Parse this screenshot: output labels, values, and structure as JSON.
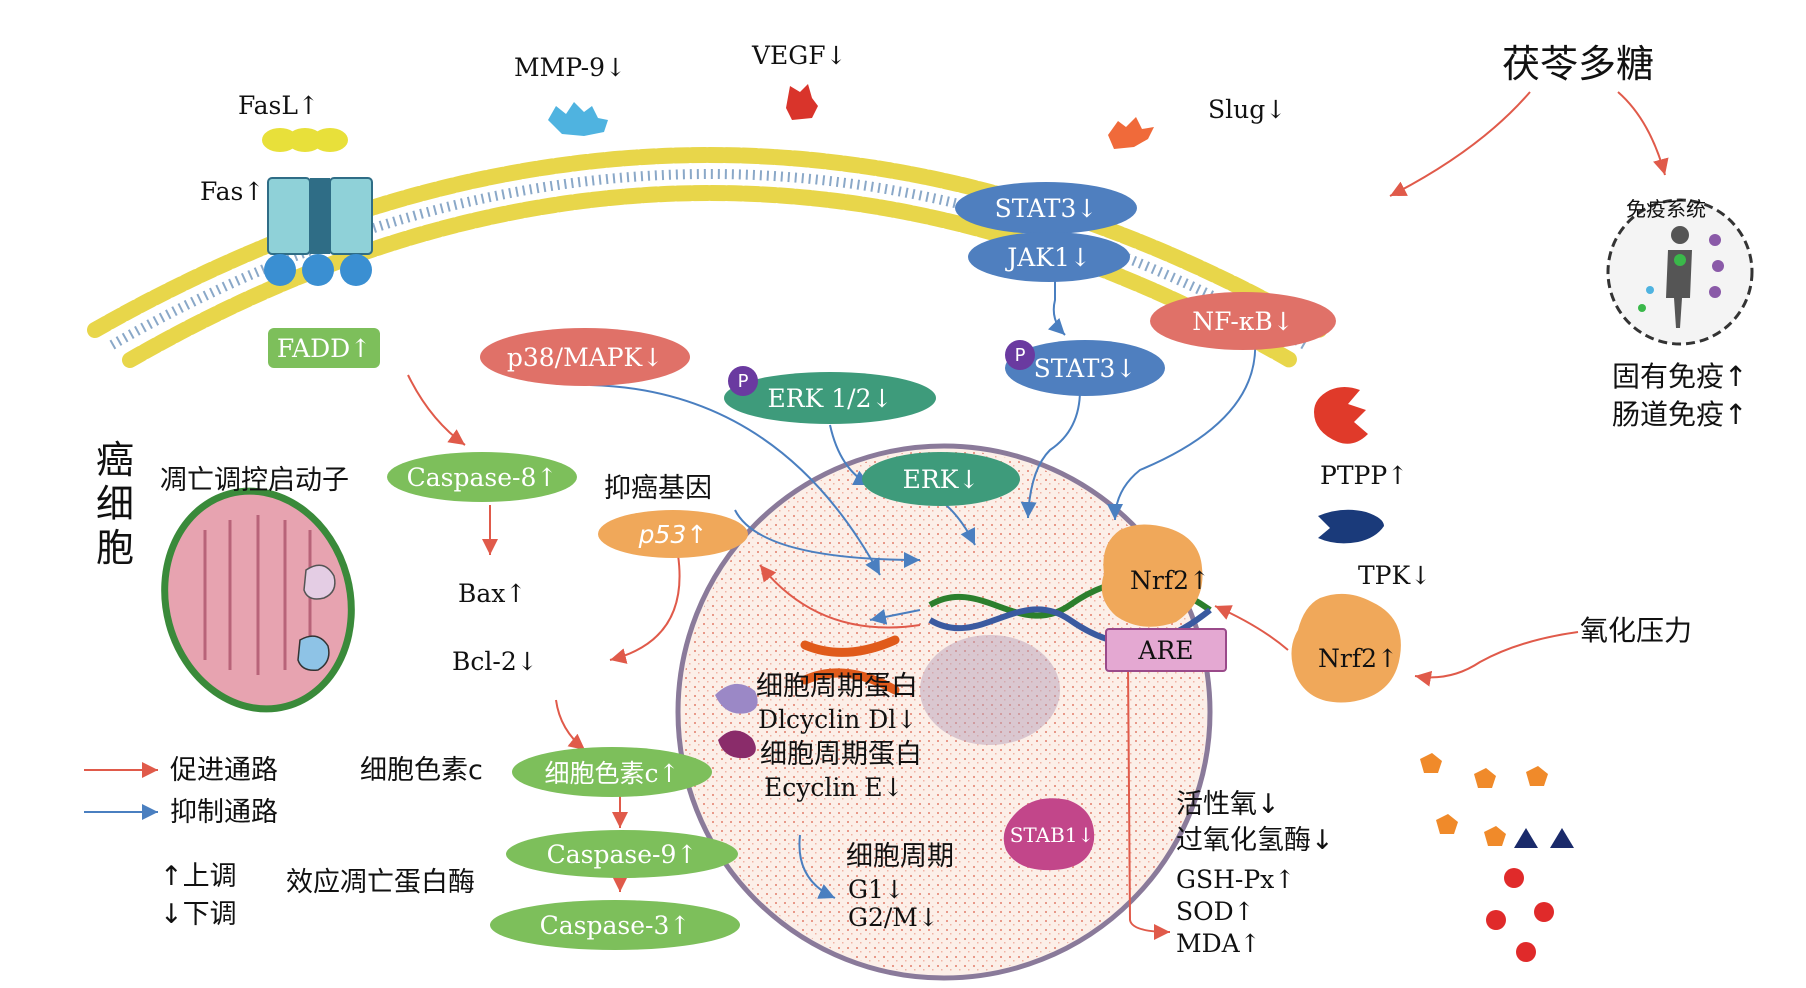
{
  "title": "茯苓多糖",
  "left_vertical_label": [
    "癌",
    "细",
    "胞"
  ],
  "membrane_labels": {
    "fasl": "FasL↑",
    "mmp9": "MMP-9↓",
    "vegf": "VEGF↓",
    "slug": "Slug↓",
    "fas": "Fas↑"
  },
  "nodes": {
    "fadd": "FADD↑",
    "stat3_top": "STAT3↓",
    "jak1": "JAK1↓",
    "stat3_p": "STAT3↓",
    "nfkb": "NF-κB↓",
    "p38": "p38/MAPK↓",
    "erk12": "ERK 1/2↓",
    "erk": "ERK↓",
    "caspase8": "Caspase-8↑",
    "p53": "p53↑",
    "cytc": "细胞色素c↑",
    "caspase9": "Caspase-9↑",
    "caspase3": "Caspase-3↑",
    "nrf2_nucleus": "Nrf2↑",
    "nrf2_outside": "Nrf2↑",
    "are": "ARE",
    "stab1": "STAB1↓",
    "p_marker": "P"
  },
  "text_labels": {
    "apoptosis_promoter": "凋亡调控启动子",
    "tumor_suppressor": "抑癌基因",
    "bax": "Bax↑",
    "bcl2": "Bcl-2↓",
    "cytc_label": "细胞色素c",
    "effector": "效应凋亡蛋白酶",
    "cyclin1": "细胞周期蛋白",
    "cyclin_d": "Dlcyclin Dl↓",
    "cyclin2": "细胞周期蛋白",
    "cyclin_e": "Ecyclin E↓",
    "cell_cycle": "细胞周期",
    "g1": "G1↓",
    "g2m": "G2/M↓",
    "ptpp": "PTPP↑",
    "tpk": "TPK↓",
    "oxidative_stress": "氧化压力",
    "immune_system": "免疫系统",
    "innate_immunity": "固有免疫↑",
    "intestinal_immunity": "肠道免疫↑",
    "ros": "活性氧↓",
    "peroxidase": "过氧化氢酶↓",
    "gshpx": "GSH-Px↑",
    "sod": "SOD↑",
    "mda": "MDA↑"
  },
  "legend": {
    "promote": "促进通路",
    "inhibit": "抑制通路",
    "up": "↑上调",
    "down": "↓下调"
  },
  "colors": {
    "promote_arrow": "#e05a4a",
    "inhibit_arrow": "#4a7fc0",
    "green": "#7dbf5b",
    "red_pill": "#e07168",
    "blue_pill": "#4f7fbf",
    "teal_pill": "#3e9b7b",
    "orange": "#f0a85a"
  }
}
